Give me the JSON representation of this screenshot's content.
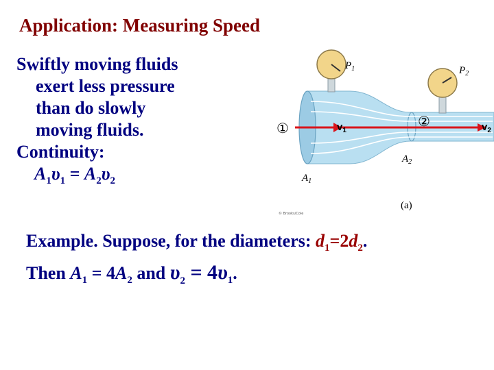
{
  "slide": {
    "title": "Application: Measuring Speed",
    "lines": [
      "Swiftly moving fluids",
      "exert less pressure",
      "than do slowly",
      "moving fluids.",
      "Continuity:"
    ],
    "equation": {
      "a1": "A",
      "a1_sub": "1",
      "v1": "υ",
      "v1_sub": "1",
      "eq": " = ",
      "a2": "A",
      "a2_sub": "2",
      "v2": "υ",
      "v2_sub": "2"
    },
    "example": {
      "line1_text": "Example. Suppose, for the diameters: ",
      "d1": "d",
      "d1_sub": "1",
      "eq": "=2",
      "d2": "d",
      "d2_sub": "2",
      "period": ".",
      "line2_prefix": "Then ",
      "A1": "A",
      "A1_sub": "1",
      "eq2": " = 4",
      "A2": "A",
      "A2_sub": "2",
      "and": " and ",
      "v2": "υ",
      "v2_sub": "2",
      "eq3": " = 4",
      "v1": "υ",
      "v1_sub": "1",
      "period2": "."
    }
  },
  "figure": {
    "labels": {
      "P1": "P",
      "P1_sub": "1",
      "P2": "P",
      "P2_sub": "2",
      "c1": "①",
      "c2": "②",
      "v1": "v",
      "v1_sub": "1",
      "v2": "v",
      "v2_sub": "2",
      "A1": "A",
      "A1_sub": "1",
      "A2": "A",
      "A2_sub": "2",
      "caption": "(a)",
      "copyright": "© Brooks/Cole"
    },
    "colors": {
      "tube": "#b9dff1",
      "arrow": "#d9141b",
      "gauge": "#f2d58a",
      "streamline": "#ffffff"
    }
  }
}
